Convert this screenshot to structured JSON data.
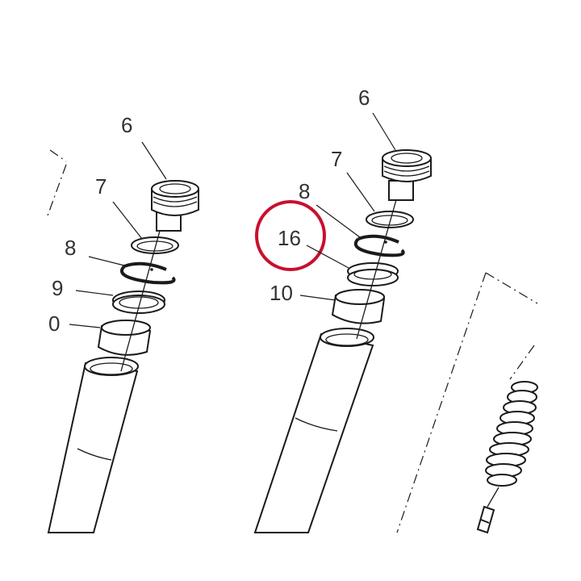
{
  "labels": {
    "left_cap": "6",
    "left_ring_upper": "7",
    "left_clip": "8",
    "left_ring_lower": "9",
    "left_bushing": "0",
    "right_cap": "6",
    "right_ring_upper": "7",
    "right_clip": "8",
    "right_highlighted_ring": "16",
    "right_bushing": "10"
  },
  "highlight": {
    "target": "16",
    "color": "#c8102e"
  },
  "colors": {
    "line": "#1a1a1a",
    "label": "#333333",
    "background": "#ffffff"
  }
}
